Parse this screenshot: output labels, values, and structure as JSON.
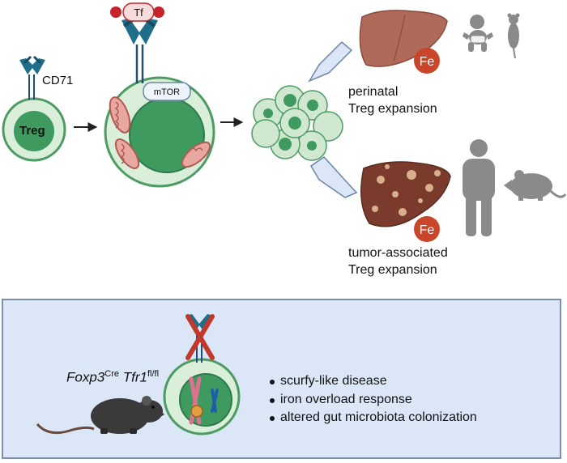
{
  "top": {
    "receptor_label": "CD71",
    "treg_label": "Treg",
    "tf_label": "Tf",
    "mtor_label": "mTOR",
    "fe_label": "Fe",
    "perinatal_line1": "perinatal",
    "perinatal_line2": "Treg expansion",
    "tumor_line1": "tumor-associated",
    "tumor_line2": "Treg expansion"
  },
  "bottom": {
    "genotype": {
      "gene1": "Foxp3",
      "gene1_sup": "Cre",
      "gene2": "Tfr1",
      "gene2_sup": "fl/fl"
    },
    "phenotypes": [
      "scurfy-like disease",
      "iron overload response",
      "altered gut microbiota colonization"
    ]
  },
  "colors": {
    "cell_fill": "#d9efd9",
    "cell_outline": "#4e9a63",
    "nucleus_fill": "#3f9a60",
    "receptor": "#1f6f8b",
    "tf_iron": "#c6232b",
    "fe_badge": "#c9462a",
    "liver": "#b06a5a",
    "panel_fill": "#dbe6f7",
    "panel_border": "#7d8fb0",
    "silhouette": "#8a8a8a",
    "cross": "#c0392b"
  }
}
